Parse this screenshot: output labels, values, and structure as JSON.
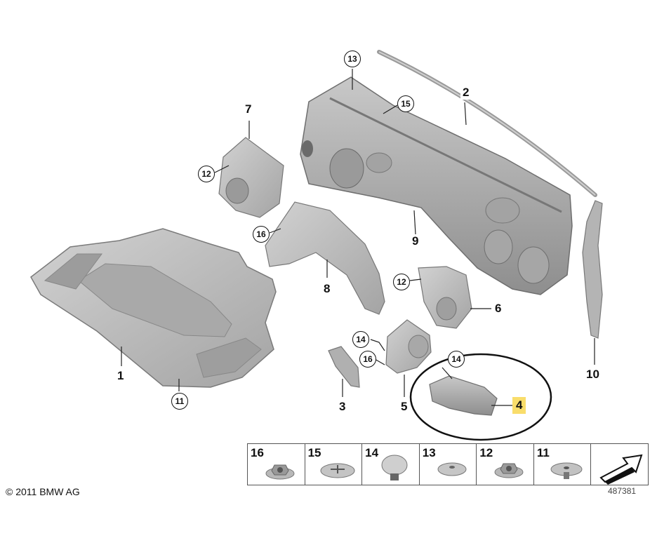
{
  "callouts": {
    "c1": "1",
    "c2": "2",
    "c3": "3",
    "c4": "4",
    "c5": "5",
    "c6": "6",
    "c7": "7",
    "c8": "8",
    "c9": "9",
    "c10": "10"
  },
  "circled": {
    "r13": "13",
    "r15": "15",
    "r12a": "12",
    "r16a": "16",
    "r12b": "12",
    "r14a": "14",
    "r16b": "16",
    "r14b": "14",
    "r11": "11"
  },
  "legend": [
    "16",
    "15",
    "14",
    "13",
    "12",
    "11"
  ],
  "copyright": "© 2011 BMW AG",
  "doc_number": "487381",
  "colors": {
    "part": "#b9b9b9",
    "part_dark": "#8a8a8a",
    "highlight": "#f9dd6b"
  }
}
